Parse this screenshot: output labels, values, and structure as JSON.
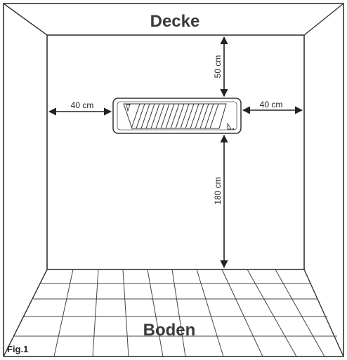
{
  "room": {
    "ceiling_label": "Decke",
    "floor_label": "Boden",
    "figure_label": "Fig.1"
  },
  "dimensions": {
    "to_ceiling": "50 cm",
    "to_left_wall": "40 cm",
    "to_right_wall": "40 cm",
    "to_floor": "180 cm"
  },
  "colors": {
    "line": "#333333",
    "text": "#222222",
    "heading": "#3a3a3a",
    "background": "#ffffff"
  }
}
